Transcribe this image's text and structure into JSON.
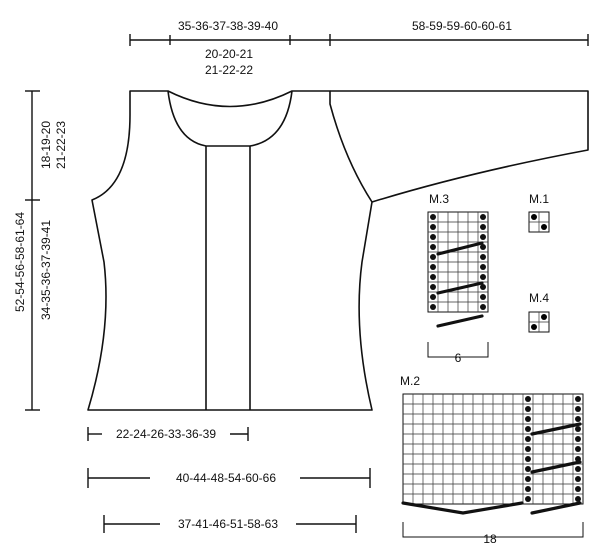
{
  "measurements": {
    "top_body_width": "35-36-37-38-39-40",
    "sleeve_length": "58-59-59-60-60-61",
    "neck_width_line1": "20-20-21",
    "neck_width_line2": "21-22-22",
    "armhole_depth_line1": "18-19-20",
    "armhole_depth_line2": "21-22-23",
    "total_length": "52-54-56-58-61-64",
    "side_length": "34-35-36-37-39-41",
    "front_panel_width": "22-24-26-33-36-39",
    "hem_width": "40-44-48-54-60-66",
    "lower_width": "37-41-46-51-58-63"
  },
  "charts": {
    "m3": {
      "label": "M.3",
      "stitch_count": "6",
      "rows": 10,
      "cols": 6
    },
    "m1": {
      "label": "M.1"
    },
    "m4": {
      "label": "M.4"
    },
    "m2": {
      "label": "M.2",
      "stitch_count": "18",
      "rows": 11,
      "cols": 18
    }
  },
  "colors": {
    "ink": "#111111",
    "background": "#ffffff"
  }
}
